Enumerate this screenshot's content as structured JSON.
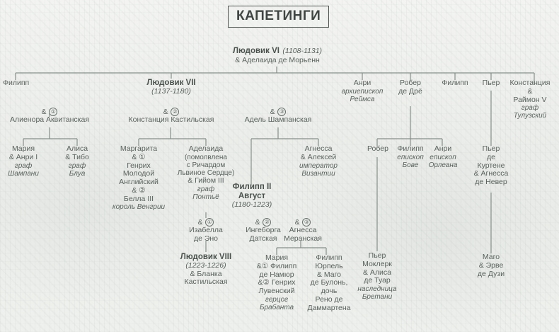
{
  "title": "КАПЕТИНГИ",
  "root": {
    "name": "Людовик VI",
    "years": "(1108-1131)",
    "spouse": "& Аделаида де Морьенн"
  },
  "generation2": [
    {
      "name": "Филипп"
    },
    {
      "name": "Людовик VII",
      "years": "(1137-1180)"
    },
    {
      "name": "Анри",
      "role1": "архиепископ",
      "role2": "Реймса"
    },
    {
      "name": "Робер",
      "name2": "де Дрё"
    },
    {
      "name": "Филипп"
    },
    {
      "name": "Пьер"
    },
    {
      "name": "Констанция",
      "amp": "&",
      "spouse": "Раймон V",
      "t1": "граф",
      "t2": "Тулузский"
    }
  ],
  "louis7_marriages": [
    {
      "num": "①",
      "spouse": "Алиенора Аквитанская"
    },
    {
      "num": "②",
      "spouse": "Констанция Кастильская"
    },
    {
      "num": "③",
      "spouse": "Адель Шампанская"
    }
  ],
  "eleanor_children": [
    {
      "l1": "Мария",
      "l2": "& Анри I",
      "l3": "граф",
      "l4": "Шампани"
    },
    {
      "l1": "Алиса",
      "l2": "& Тибо",
      "l3": "граф",
      "l4": "Блуа"
    }
  ],
  "constance_children": [
    {
      "l1": "Маргарита",
      "l2": "& ①",
      "l3": "Генрих",
      "l4": "Молодой",
      "l5": "Английский",
      "l6": "& ②",
      "l7": "Белла III",
      "l8": "король Венгрии"
    },
    {
      "l1": "Аделаида",
      "l2": "(помолвлена",
      "l3": "с Ричардом",
      "l4": "Львиное Сердце)",
      "l5": "& Гийом III",
      "l6": "граф",
      "l7": "Понтьё"
    }
  ],
  "adele_children": [
    {
      "name": "Филипп II",
      "name2": "Август",
      "years": "(1180-1223)"
    },
    {
      "l1": "Агнесса",
      "l2": "& Алексей",
      "l3": "император",
      "l4": "Византии"
    }
  ],
  "philip2_marriages": [
    {
      "num": "①",
      "s1": "Изабелла",
      "s2": "де Эно"
    },
    {
      "num": "②",
      "s1": "Ингеборга",
      "s2": "Датская"
    },
    {
      "num": "③",
      "s1": "Агнесса",
      "s2": "Меранская"
    }
  ],
  "louis8": {
    "name": "Людовик VIII",
    "years": "(1223-1226)",
    "sp1": "& Бланка",
    "sp2": "Кастильская"
  },
  "agnes_children": [
    {
      "l1": "Мария",
      "l2": "&① Филипп",
      "l3": "де Намюр",
      "l4": "&② Генрих",
      "l5": "Лувенский",
      "l6": "герцог",
      "l7": "Брабанта"
    },
    {
      "l1": "Филипп",
      "l2": "Юрпель",
      "l3": "& Маго",
      "l4": "де Булонь,",
      "l5": "дочь",
      "l6": "Рено де",
      "l7": "Даммартена"
    }
  ],
  "robert_children": [
    {
      "l1": "Робер"
    },
    {
      "l1": "Филипп",
      "l2": "епископ",
      "l3": "Бове"
    },
    {
      "l1": "Анри",
      "l2": "епископ",
      "l3": "Орлеана"
    }
  ],
  "robert_grandchild": {
    "l1": "Пьер",
    "l2": "Моклерк",
    "l3": "& Алиса",
    "l4": "де Туар",
    "l5": "наследница",
    "l6": "Бретани"
  },
  "pierre_child": {
    "l1": "Пьер",
    "l2": "де",
    "l3": "Куртене",
    "l4": "& Агнесса",
    "l5": "де Невер"
  },
  "pierre_grandchild": {
    "l1": "Маго",
    "l2": "& Эрве",
    "l3": "де Дузи"
  },
  "colors": {
    "line": "#878f8a",
    "text": "#5a615d",
    "bold_text": "#4b524e",
    "background": "#edefec",
    "title_border": "#4d524f"
  }
}
